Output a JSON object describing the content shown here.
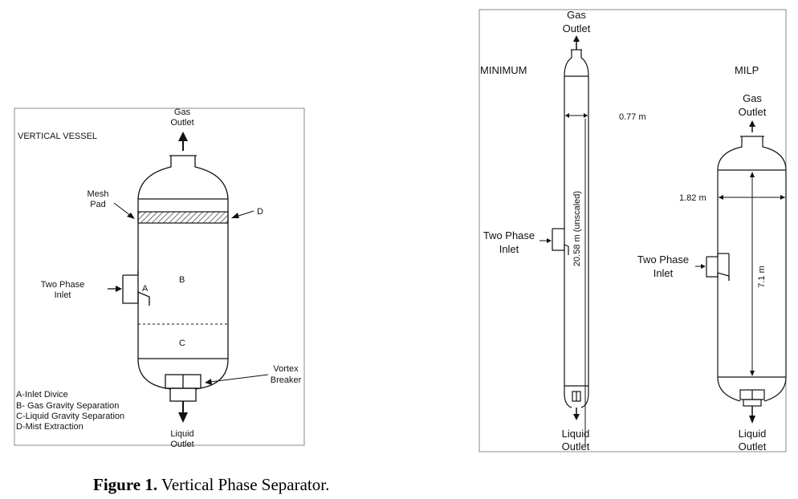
{
  "left_panel": {
    "title": "VERTICAL VESSEL",
    "gas_outlet": [
      "Gas",
      "Outlet"
    ],
    "liquid_outlet": [
      "Liquid",
      "Outlet"
    ],
    "mesh_pad": [
      "Mesh",
      "Pad"
    ],
    "two_phase_inlet": [
      "Two Phase",
      "Inlet"
    ],
    "vortex_breaker": [
      "Vortex",
      "Breaker"
    ],
    "section_a": "A",
    "section_b": "B",
    "section_c": "C",
    "section_d": "D",
    "legend": [
      "A-Inlet Divice",
      "B- Gas Gravity Separation",
      "C-Liquid Gravity Separation",
      "D-Mist Extraction"
    ]
  },
  "right_panel": {
    "minimum": {
      "title": "MINIMUM",
      "gas_outlet": [
        "Gas",
        "Outlet"
      ],
      "liquid_outlet": [
        "Liquid",
        "Outlet"
      ],
      "two_phase_inlet": [
        "Two Phase",
        "Inlet"
      ],
      "diameter": "0.77 m",
      "height": "20.58 m (unscaled)"
    },
    "milp": {
      "title": "MILP",
      "gas_outlet": [
        "Gas",
        "Outlet"
      ],
      "liquid_outlet": [
        "Liquid",
        "Outlet"
      ],
      "two_phase_inlet": [
        "Two Phase",
        "Inlet"
      ],
      "diameter": "1.82 m",
      "height": "7.1 m"
    }
  },
  "caption": {
    "label": "Figure 1.",
    "text": " Vertical Phase Separator."
  }
}
